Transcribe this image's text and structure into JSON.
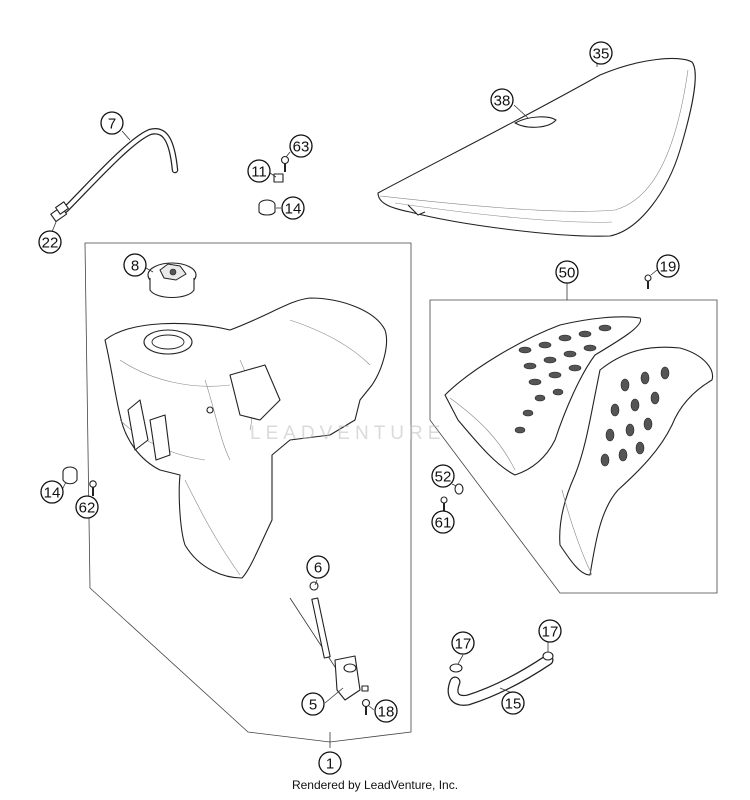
{
  "diagram": {
    "callouts": [
      {
        "id": "c35",
        "label": "35"
      },
      {
        "id": "c38",
        "label": "38"
      },
      {
        "id": "c7",
        "label": "7"
      },
      {
        "id": "c63",
        "label": "63"
      },
      {
        "id": "c11",
        "label": "11"
      },
      {
        "id": "c14a",
        "label": "14"
      },
      {
        "id": "c22",
        "label": "22"
      },
      {
        "id": "c8",
        "label": "8"
      },
      {
        "id": "c50",
        "label": "50"
      },
      {
        "id": "c19",
        "label": "19"
      },
      {
        "id": "c14b",
        "label": "14"
      },
      {
        "id": "c62",
        "label": "62"
      },
      {
        "id": "c52",
        "label": "52"
      },
      {
        "id": "c61",
        "label": "61"
      },
      {
        "id": "c6",
        "label": "6"
      },
      {
        "id": "c17a",
        "label": "17"
      },
      {
        "id": "c17b",
        "label": "17"
      },
      {
        "id": "c5",
        "label": "5"
      },
      {
        "id": "c18",
        "label": "18"
      },
      {
        "id": "c15",
        "label": "15"
      },
      {
        "id": "c1",
        "label": "1"
      }
    ]
  },
  "watermark": "LEADVENTURE",
  "footer": "Rendered by LeadVenture, Inc."
}
